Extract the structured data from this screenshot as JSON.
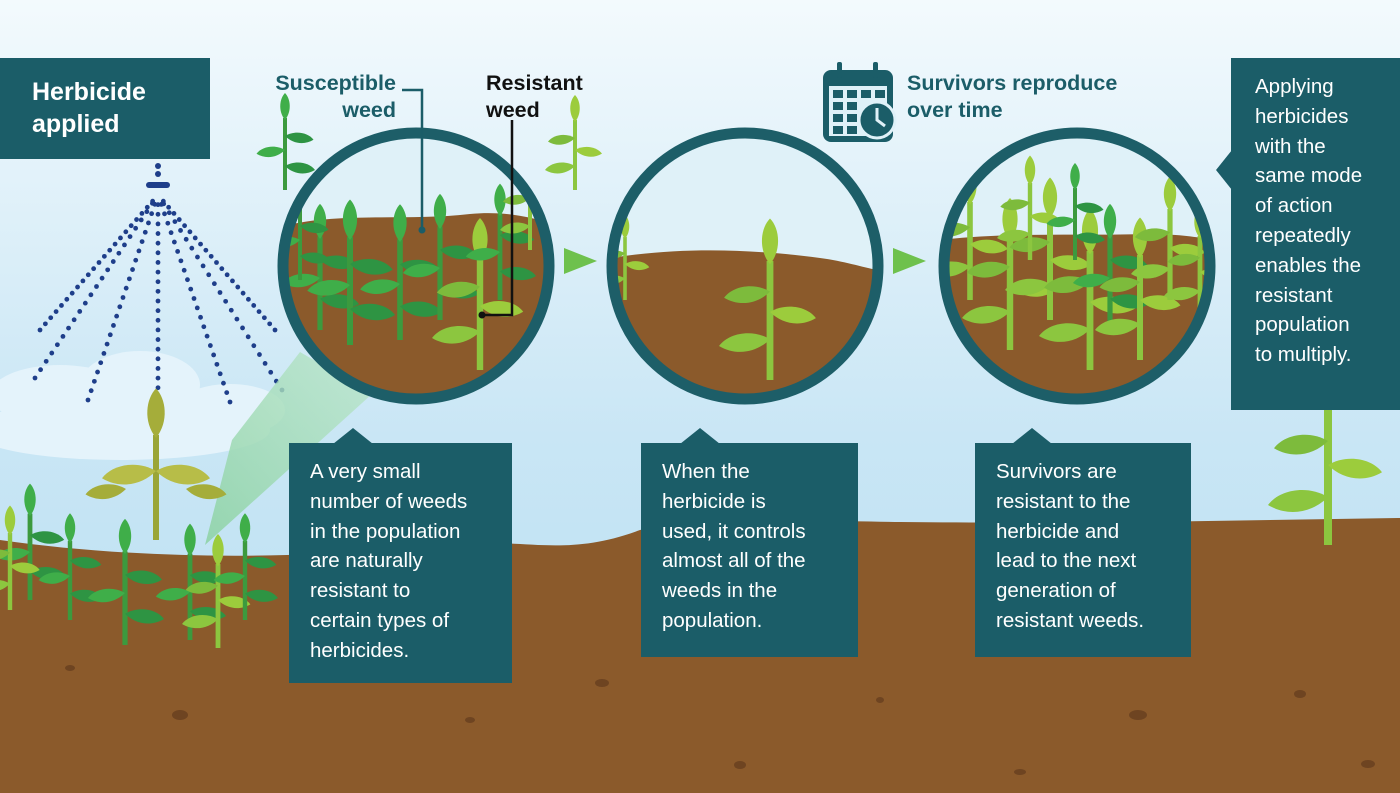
{
  "header_box": {
    "title_line1": "Herbicide",
    "title_line2": "applied"
  },
  "labels": {
    "susceptible_line1": "Susceptible",
    "susceptible_line2": "weed",
    "resistant_line1": "Resistant",
    "resistant_line2": "weed",
    "survivors_line1": "Survivors reproduce",
    "survivors_line2": "over time"
  },
  "captions": {
    "step1": [
      "A very small",
      "number of weeds",
      "in the population",
      "are naturally",
      "resistant to",
      "certain types of",
      "herbicides."
    ],
    "step2": [
      "When the",
      "herbicide is",
      "used, it controls",
      "almost all of the",
      "weeds in the",
      "population."
    ],
    "step3": [
      "Survivors are",
      "resistant to the",
      "herbicide and",
      "lead to the next",
      "generation of",
      "resistant weeds."
    ],
    "side": [
      "Applying",
      "herbicides",
      "with the",
      "same mode",
      "of action",
      "repeatedly",
      "enables the",
      "resistant",
      "population",
      "to multiply."
    ]
  },
  "icons": [
    "spray-nozzle-icon",
    "calendar-clock-icon",
    "arrow-right-icon"
  ],
  "colors": {
    "box_teal": "#1b5d68",
    "ring_teal": "#1d5e68",
    "sky": "#cfe9f6",
    "soil": "#8b5a2b",
    "arrow_green": "#6ec14d",
    "leaf_light": "#9ccc3c",
    "leaf_dark": "#3fae49"
  }
}
